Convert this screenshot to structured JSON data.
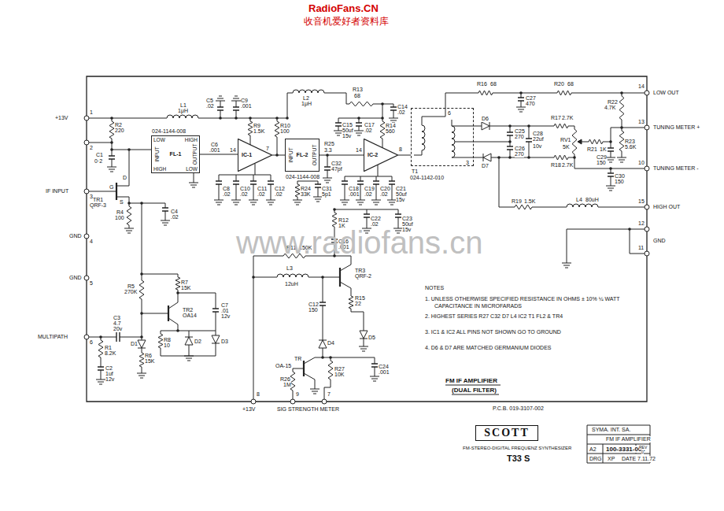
{
  "diagram": {
    "nodes": [
      {
        "text": [
          "024-1144-008",
          "LOW",
          "HIGH",
          "INPUT",
          "FL-1",
          "OUTPUT",
          "HIGH",
          "LOW"
        ]
      },
      {
        "text": [
          "IC-1"
        ]
      },
      {
        "text": [
          "INPUT",
          "FL-2",
          "OUTPUT",
          "024-1144-008"
        ]
      },
      {
        "text": [
          "IC-2"
        ]
      },
      {
        "text": [
          "T1",
          "024-1142-010"
        ]
      },
      {
        "text": [
          "SCOTT"
        ]
      }
    ],
    "edges": [
      {
        "from": 0,
        "to": 1,
        "arrow": "none"
      },
      {
        "from": 1,
        "to": 2,
        "arrow": "none"
      },
      {
        "from": 2,
        "to": 3,
        "arrow": "none"
      },
      {
        "from": 3,
        "to": 4,
        "arrow": "none"
      }
    ],
    "labels": [
      "RadioFans.CN",
      "收音机爱好者资料库",
      "1",
      "+13V",
      "2",
      "IF INPUT",
      "3",
      "GND",
      "4",
      "GND",
      "5",
      "MULTIPATH",
      "6",
      "R2",
      "220",
      "C1",
      "0·2",
      "L1",
      "1μH",
      "TR1",
      "QRF-3",
      "G",
      "D",
      "S",
      "R4",
      "100",
      "C4",
      ".02",
      "C6",
      ".001",
      "C5",
      ".02",
      "C9",
      ".001",
      "R9",
      "1.5K",
      "R10",
      "100",
      "14",
      "7",
      "C8",
      ".02",
      "C10",
      ".02",
      "C11",
      ".02",
      "C12",
      ".02",
      "L2",
      "1μH",
      "R13",
      "68",
      "C14",
      ".02",
      "R25",
      "3.3",
      "R24",
      "33K",
      "C31",
      "5p1",
      "C32",
      "47pf",
      "C15",
      "50uf",
      "15v",
      "C17",
      ".02",
      "R14",
      "560",
      "14",
      "8",
      "C18",
      ".001",
      "C19",
      ".02",
      "C20",
      ".02",
      "C21",
      "50uf",
      "15v",
      "C22",
      ".02",
      "C23",
      "50uf",
      "15v",
      "R12",
      "1K",
      "C16",
      ".001",
      "R11",
      "150K",
      "L3",
      "12uH",
      "TR3",
      "QRF-2",
      "R15",
      "22",
      "C12",
      "150",
      "D5",
      "D4",
      "TR",
      "OA-15",
      "R26",
      "1M",
      "R27",
      "10K",
      "C24",
      ".001",
      "8",
      "+13V",
      "9",
      "7",
      "SIG STRENGTH METER",
      "R5",
      "270K",
      "R7",
      "15K",
      "TR2",
      "OA14",
      "C7",
      ".01",
      "12v",
      "C3",
      "4.7",
      "20v",
      "R1",
      "8.2K",
      "D1",
      "R6",
      "15K",
      "R8",
      "10",
      "D2",
      "D3",
      "C2",
      "1uf",
      "12v",
      "6",
      "3",
      "R16",
      "68",
      "C27",
      "470",
      "R20",
      "68",
      "R22",
      "4.7K",
      "D6",
      "D7",
      "C25",
      "270",
      "C26",
      "270",
      "C28",
      "22uf",
      "10v",
      "R17",
      "2.7K",
      "RV1",
      "5K",
      "R21",
      "1K",
      "C29",
      "150",
      "R23",
      "5.6K",
      "R18",
      "2.7K",
      "C30",
      "150",
      "R19",
      "1.5K",
      "L4",
      "80uH",
      "14",
      "LOW OUT",
      "13",
      "TUNING METER +",
      "10",
      "TUNING METER -",
      "15",
      "HIGH OUT",
      "12",
      "GND",
      "11",
      "NOTES",
      "1. UNLESS OTHERWISE SPECIFIED RESISTANCE IN OHMS ± 10% ¼ WATT",
      "CAPACITANCE IN MICROFARADS",
      "2. HIGHEST SERIES R27 C32 D7 L4 IC2 T1 FL2 & TR4",
      "3. IC1 & IC2 ALL PINS NOT SHOWN GO TO GROUND",
      "4. D6 & D7 ARE MATCHED GERMANIUM DIODES",
      "FM IF AMPLIFIER",
      "(DUAL FILTER)",
      "P.C.B. 019-3107-002",
      "www.radiofans.cn",
      "FM-STEREO-DIGITAL FREQUENZ SYNTHESIZER",
      "T33 S",
      "SYMA. INT. SA.",
      "FM IF AMPLIFIER",
      "A2",
      "100-3331-002",
      "REV",
      "0",
      "DRG",
      "XP",
      "DATE 7.11.72"
    ]
  }
}
